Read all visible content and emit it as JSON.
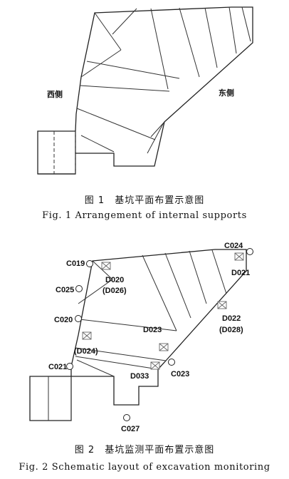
{
  "figure1": {
    "west_label": "西侧",
    "east_label": "东侧",
    "caption_cn": "图 1　基坑平面布置示意图",
    "caption_en": "Fig. 1 Arrangement of internal supports"
  },
  "figure2": {
    "caption_cn": "图 2　基坑监测平面布置示意图",
    "caption_en": "Fig. 2 Schematic layout of excavation monitoring",
    "points": [
      {
        "id": "c024",
        "label": "C024"
      },
      {
        "id": "d021",
        "label": "D021"
      },
      {
        "id": "c019",
        "label": "C019"
      },
      {
        "id": "d020",
        "label": "D020"
      },
      {
        "id": "d026",
        "label": "(D026)"
      },
      {
        "id": "c025",
        "label": "C025"
      },
      {
        "id": "c020",
        "label": "C020"
      },
      {
        "id": "d022",
        "label": "D022"
      },
      {
        "id": "d028",
        "label": "(D028)"
      },
      {
        "id": "d023",
        "label": "D023"
      },
      {
        "id": "d024",
        "label": "(D024)"
      },
      {
        "id": "c021",
        "label": "C021"
      },
      {
        "id": "d033",
        "label": "D033"
      },
      {
        "id": "c023",
        "label": "C023"
      },
      {
        "id": "c027",
        "label": "C027"
      }
    ]
  }
}
